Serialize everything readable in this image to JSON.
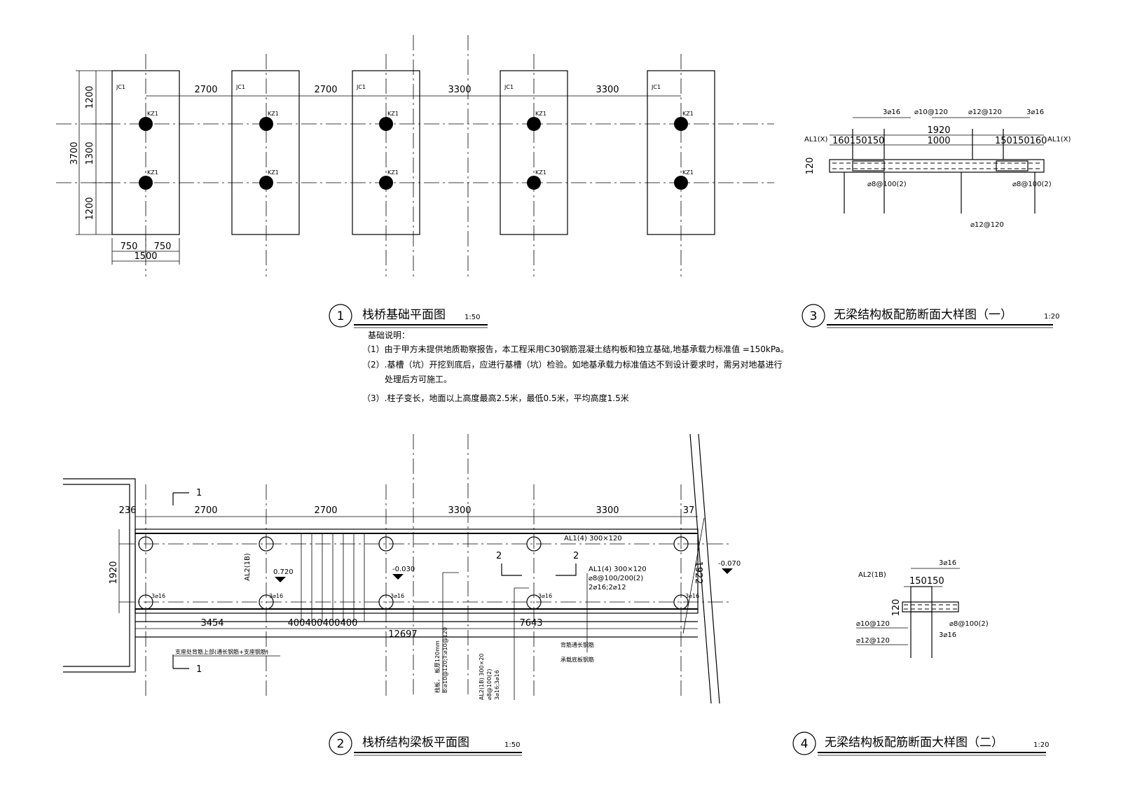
{
  "views": {
    "v1": {
      "number": "1",
      "title": "栈桥基础平面图",
      "scale": "1:50"
    },
    "v2": {
      "number": "2",
      "title": "栈桥结构梁板平面图",
      "scale": "1:50"
    },
    "v3": {
      "number": "3",
      "title": "无梁结构板配筋断面大样图（一）",
      "scale": "1:20"
    },
    "v4": {
      "number": "4",
      "title": "无梁结构板配筋断面大样图（二）",
      "scale": "1:20"
    }
  },
  "plan1": {
    "footing_label": "JC1",
    "column_label": "KZ1",
    "spans": [
      "2700",
      "2700",
      "3300",
      "3300"
    ],
    "vertical_dims": [
      "1200",
      "1300",
      "1200"
    ],
    "vertical_total": "3700",
    "width_dims": [
      "750",
      "750"
    ],
    "width_total": "1500"
  },
  "notes": {
    "heading": "基础说明：",
    "line1": "（1）由于甲方未提供地质勘察报告，本工程采用C30钢筋混凝土结构板和独立基础,地基承载力标准值 =150kPa。",
    "line2a": "（2）.基槽（坑）开挖到底后，应进行基槽（坑）检验。如地基承载力标准值达不到设计要求时，需另对地基进行",
    "line2b": "处理后方可施工。",
    "line3": "（3）.柱子变长，地面以上高度最高2.5米，最低0.5米，平均高度1.5米"
  },
  "detail3": {
    "bar_top": "3⌀16",
    "bar_mid_left": "⌀10@120",
    "bar_mid_right": "⌀12@120",
    "beam_label": "AL1(X)",
    "dim_total": "1920",
    "dim_mid": "1000",
    "dim_left": "160150150",
    "dim_right": "150150160",
    "thickness": "120",
    "stirrup": "⌀8@100(2)",
    "bottom_bar": "⌀12@120"
  },
  "plan2": {
    "section_mark": "1",
    "left_offset": "236",
    "right_offset": "37",
    "spans": [
      "2700",
      "2700",
      "3300",
      "3300"
    ],
    "width": "1920",
    "width_right": "1922",
    "beam_top": "AL1(4) 300×120",
    "beam_note_1": "AL1(4) 300×120",
    "beam_note_2": "⌀8@100/200(2)",
    "beam_note_3": "2⌀16;2⌀12",
    "beam_left": "AL2(1B)",
    "elev_1": "0.720",
    "elev_2": "-0.030",
    "elev_3": "-0.070",
    "bar_label": "3⌀16",
    "section2_mark": "2",
    "bottom_dims": [
      "3454",
      "400",
      "400",
      "400",
      "400",
      "7643"
    ],
    "total": "12697",
    "note_left": "支座处背筋上部(通长钢筋+支座钢筋)",
    "note_slab_1": "板厚120mm",
    "note_slab_2": "B:⌀10@120;T:⌀10@120",
    "note_slab_prefix": "栈板，",
    "beam2_1": "AL2(1B) 300×20",
    "beam2_2": "⌀8@100(2)",
    "beam2_3": "3⌀16;3⌀16",
    "note_right_1": "背筋通长钢筋",
    "note_right_2": "承载底板钢筋"
  },
  "detail4": {
    "bar_top": "3⌀16",
    "beam_label": "AL2(1B)",
    "dims": "150150",
    "thickness": "120",
    "bar_1": "⌀10@120",
    "bar_2": "⌀12@120",
    "stirrup": "⌀8@100(2)",
    "bar_bottom": "3⌀16"
  }
}
